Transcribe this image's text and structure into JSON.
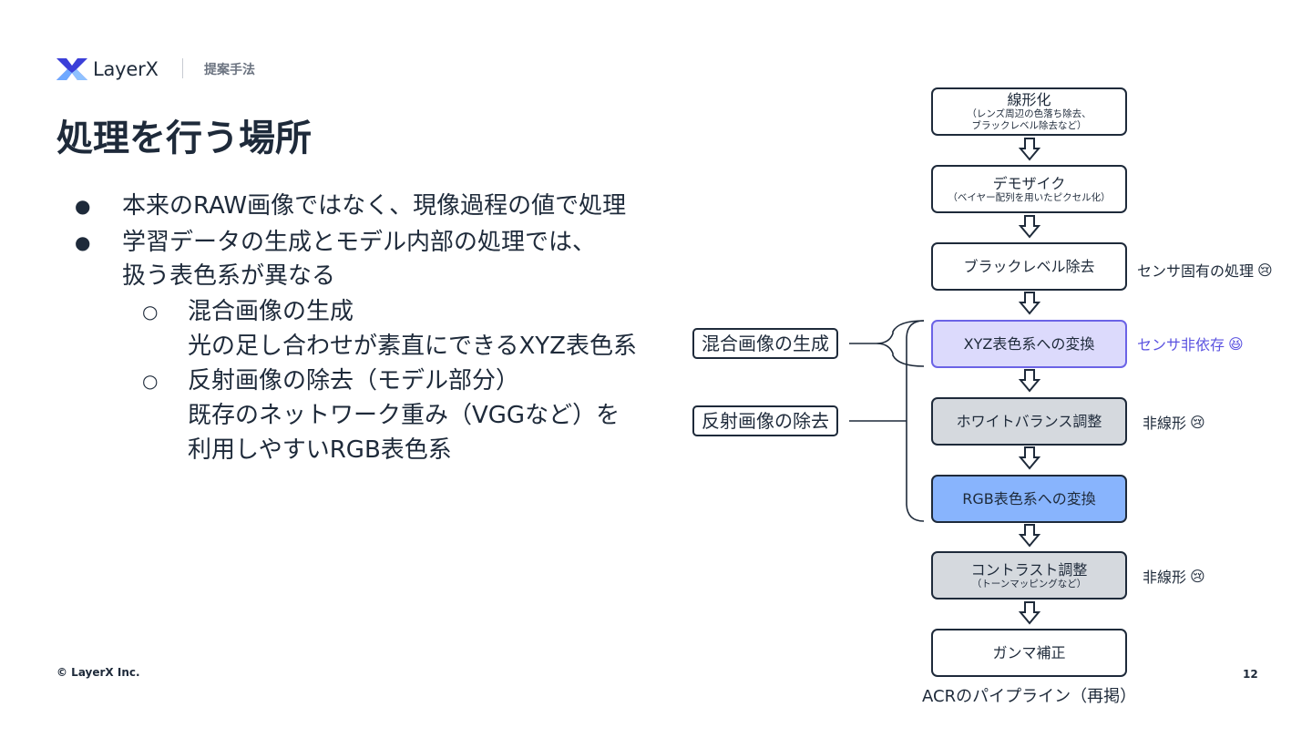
{
  "header": {
    "logo_text": "LayerX",
    "section_label": "提案手法"
  },
  "title": "処理を行う場所",
  "bullets": [
    {
      "level": 1,
      "lines": [
        "本来のRAW画像ではなく、現像過程の値で処理"
      ]
    },
    {
      "level": 1,
      "lines": [
        "学習データの生成とモデル内部の処理では、",
        "扱う表色系が異なる"
      ]
    },
    {
      "level": 2,
      "lines": [
        "混合画像の生成",
        "光の足し合わせが素直にできるXYZ表色系"
      ]
    },
    {
      "level": 2,
      "lines": [
        "反射画像の除去（モデル部分）",
        "既存のネットワーク重み（VGGなど）を",
        "利用しやすいRGB表色系"
      ]
    }
  ],
  "bullet_symbols": {
    "level1": "●",
    "level2": "○"
  },
  "pipeline": {
    "steps": [
      {
        "main": "線形化",
        "sub": "（レンズ周辺の色落ち除去、\nブラックレベル除去など）",
        "style": "white"
      },
      {
        "main": "デモザイク",
        "sub": "（ベイヤー配列を用いたピクセル化）",
        "style": "white"
      },
      {
        "main": "ブラックレベル除去",
        "sub": "",
        "style": "white"
      },
      {
        "main": "XYZ表色系への変換",
        "sub": "",
        "style": "lavender"
      },
      {
        "main": "ホワイトバランス調整",
        "sub": "",
        "style": "gray"
      },
      {
        "main": "RGB表色系への変換",
        "sub": "",
        "style": "blue"
      },
      {
        "main": "コントラスト調整",
        "sub": "（トーンマッピングなど）",
        "style": "gray"
      },
      {
        "main": "ガンマ補正",
        "sub": "",
        "style": "white"
      }
    ],
    "notes": [
      {
        "step": 2,
        "text": "センサ固有の処理",
        "emoji": "😢",
        "color": "#1e2a3a"
      },
      {
        "step": 3,
        "text": "センサ非依存",
        "emoji": "😆",
        "color": "#5b53e0"
      },
      {
        "step": 4,
        "text": "非線形",
        "emoji": "😢",
        "color": "#1e2a3a"
      },
      {
        "step": 6,
        "text": "非線形",
        "emoji": "😢",
        "color": "#1e2a3a"
      }
    ],
    "labels": {
      "mix": "混合画像の生成",
      "remove": "反射画像の除去"
    },
    "caption": "ACRのパイプライン（再掲）"
  },
  "footer": {
    "copyright": "© LayerX Inc.",
    "page_number": "12"
  },
  "colors": {
    "text": "#1e2a3a",
    "accent_purple": "#5b53e0",
    "lavender_fill": "#dcdafc",
    "gray_fill": "#d5d9de",
    "blue_fill": "#88b4fd"
  }
}
